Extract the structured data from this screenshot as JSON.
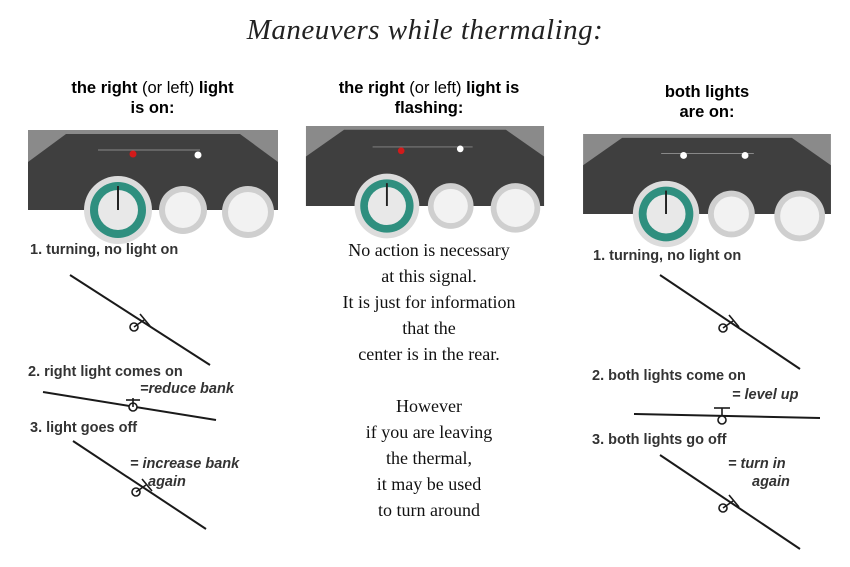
{
  "title": "Maneuvers while thermaling:",
  "columns": [
    {
      "heading_a": "the right",
      "heading_b": "(or left)",
      "heading_c": "light",
      "heading_line2": "is on:",
      "steps": [
        {
          "label": "1. turning, no light on"
        },
        {
          "label": "2. right light comes on",
          "note_line1": "=reduce bank",
          "note_line2": ""
        },
        {
          "label": "3. light goes off",
          "note_line1": "= increase bank",
          "note_line2": "again"
        }
      ]
    },
    {
      "heading_a": "the right",
      "heading_b": "(or left)",
      "heading_c": "light is",
      "heading_line2": "flashing:",
      "text_lines": [
        "No action is necessary",
        "at this signal.",
        "It is just for information",
        "that the",
        "center is in the rear.",
        "",
        "However",
        "if you are leaving",
        "the thermal,",
        "it may be used",
        "to turn around"
      ]
    },
    {
      "heading_line1": "both lights",
      "heading_line2": "are on:",
      "steps": [
        {
          "label": "1. turning, no light on"
        },
        {
          "label": "2. both lights come on",
          "note_line1": "= level up",
          "note_line2": ""
        },
        {
          "label": "3. both lights go off",
          "note_line1": "= turn in",
          "note_line2": "again"
        }
      ]
    }
  ],
  "colors": {
    "panel_dark": "#3f3f3f",
    "panel_frame": "#8a8a8a",
    "light_red": "#d21a1a",
    "light_white": "#ffffff",
    "gauge_teal": "#2f8f7f",
    "glider_line": "#1a1a1a"
  }
}
